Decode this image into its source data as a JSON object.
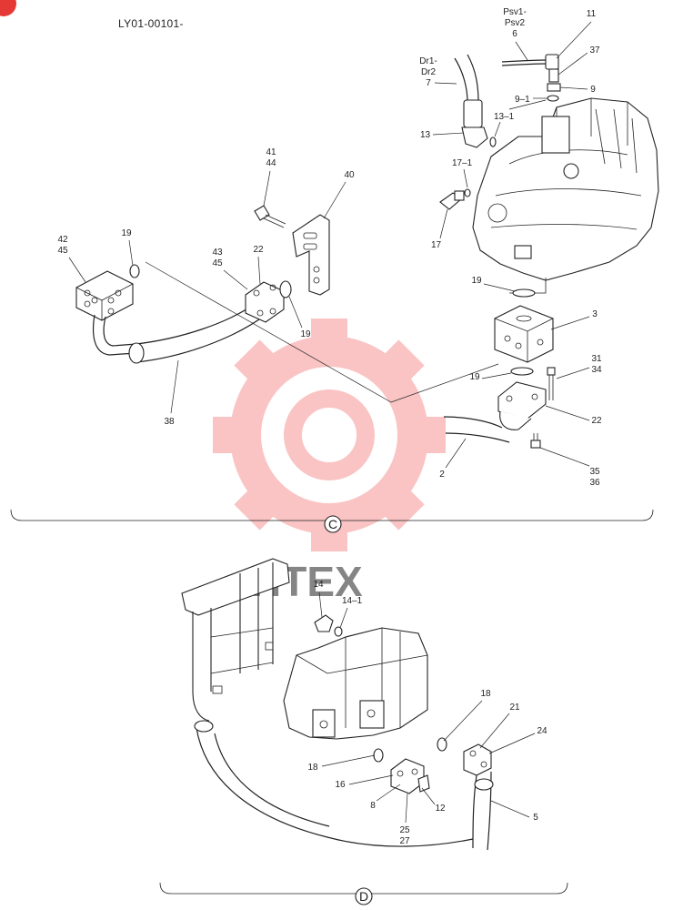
{
  "header": {
    "code": "LY01-00101-"
  },
  "sections": [
    {
      "id": "C",
      "label": "C"
    },
    {
      "id": "D",
      "label": "D"
    }
  ],
  "watermark": {
    "text": "HTEX",
    "color": "#f24b4b"
  },
  "callouts_c": [
    {
      "key": "psv",
      "lines": [
        "Psv1-",
        "Psv2",
        "6"
      ]
    },
    {
      "key": "p11",
      "lines": [
        "11"
      ]
    },
    {
      "key": "p37",
      "lines": [
        "37"
      ]
    },
    {
      "key": "p9",
      "lines": [
        "9"
      ]
    },
    {
      "key": "p9-1",
      "lines": [
        "9–1"
      ]
    },
    {
      "key": "dr",
      "lines": [
        "Dr1-",
        "Dr2",
        "7"
      ]
    },
    {
      "key": "p13-1",
      "lines": [
        "13–1"
      ]
    },
    {
      "key": "p13",
      "lines": [
        "13"
      ]
    },
    {
      "key": "p17-1",
      "lines": [
        "17–1"
      ]
    },
    {
      "key": "p17",
      "lines": [
        "17"
      ]
    },
    {
      "key": "p41-44",
      "lines": [
        "41",
        "44"
      ]
    },
    {
      "key": "p40",
      "lines": [
        "40"
      ]
    },
    {
      "key": "p42-45",
      "lines": [
        "42",
        "45"
      ]
    },
    {
      "key": "p19a",
      "lines": [
        "19"
      ]
    },
    {
      "key": "p43-45",
      "lines": [
        "43",
        "45"
      ]
    },
    {
      "key": "p22a",
      "lines": [
        "22"
      ]
    },
    {
      "key": "p19b",
      "lines": [
        "19"
      ]
    },
    {
      "key": "p19c",
      "lines": [
        "19"
      ]
    },
    {
      "key": "p3",
      "lines": [
        "3"
      ]
    },
    {
      "key": "p31-34",
      "lines": [
        "31",
        "34"
      ]
    },
    {
      "key": "p19d",
      "lines": [
        "19"
      ]
    },
    {
      "key": "p22b",
      "lines": [
        "22"
      ]
    },
    {
      "key": "p38",
      "lines": [
        "38"
      ]
    },
    {
      "key": "p2",
      "lines": [
        "2"
      ]
    },
    {
      "key": "p35-36",
      "lines": [
        "35",
        "36"
      ]
    }
  ],
  "callouts_d": [
    {
      "key": "p14",
      "lines": [
        "14"
      ]
    },
    {
      "key": "p14-1",
      "lines": [
        "14–1"
      ]
    },
    {
      "key": "p18a",
      "lines": [
        "18"
      ]
    },
    {
      "key": "p21",
      "lines": [
        "21"
      ]
    },
    {
      "key": "p24",
      "lines": [
        "24"
      ]
    },
    {
      "key": "p18b",
      "lines": [
        "18"
      ]
    },
    {
      "key": "p16",
      "lines": [
        "16"
      ]
    },
    {
      "key": "p8",
      "lines": [
        "8"
      ]
    },
    {
      "key": "p12",
      "lines": [
        "12"
      ]
    },
    {
      "key": "p25-27",
      "lines": [
        "25",
        "27"
      ]
    },
    {
      "key": "p5",
      "lines": [
        "5"
      ]
    }
  ]
}
